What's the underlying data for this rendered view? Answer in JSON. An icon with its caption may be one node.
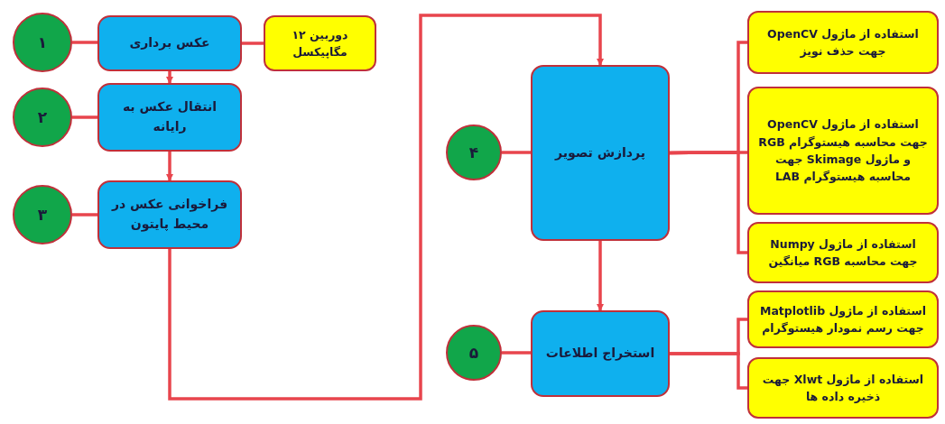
{
  "diagram": {
    "nodes": [
      {
        "text": [
          "۱"
        ]
      },
      {
        "text": [
          "عکس برداری"
        ]
      },
      {
        "text": [
          "دوربین ۱۲ مگاپیکسل"
        ]
      },
      {
        "text": [
          "۲"
        ]
      },
      {
        "text": [
          "انتقال عکس به رایانه"
        ]
      },
      {
        "text": [
          "۳"
        ]
      },
      {
        "text": [
          "فراخوانی عکس در محیط پایتون"
        ]
      },
      {
        "text": [
          "۴"
        ]
      },
      {
        "text": [
          "پردازش تصویر"
        ]
      },
      {
        "text": [
          "استفاده از ماژول OpenCV جهت حذف نویز"
        ]
      },
      {
        "text": [
          "استفاده از ماژول OpenCV جهت محاسبه هیستوگرام RGB و ماژول Skimage جهت محاسبه هیستوگرام LAB"
        ]
      },
      {
        "text": [
          "استفاده از ماژول Numpy جهت محاسبه RGB میانگین"
        ]
      },
      {
        "text": [
          "۵"
        ]
      },
      {
        "text": [
          "استخراج اطلاعات"
        ]
      },
      {
        "text": [
          "استفاده از ماژول Matplotlib جهت رسم نمودار هیستوگرام"
        ]
      },
      {
        "text": [
          "استفاده از ماژول Xlwt جهت ذخیره داده ها"
        ]
      }
    ],
    "edges": [
      {
        "from": 0,
        "to": 1,
        "arrow": "none"
      },
      {
        "from": 1,
        "to": 2,
        "arrow": "none"
      },
      {
        "from": 1,
        "to": 4,
        "arrow": "to"
      },
      {
        "from": 3,
        "to": 4,
        "arrow": "none"
      },
      {
        "from": 4,
        "to": 6,
        "arrow": "to"
      },
      {
        "from": 5,
        "to": 6,
        "arrow": "none"
      },
      {
        "from": 6,
        "to": 8,
        "arrow": "to"
      },
      {
        "from": 7,
        "to": 8,
        "arrow": "none"
      },
      {
        "from": 8,
        "to": 9,
        "arrow": "none"
      },
      {
        "from": 8,
        "to": 10,
        "arrow": "none"
      },
      {
        "from": 8,
        "to": 11,
        "arrow": "none"
      },
      {
        "from": 8,
        "to": 13,
        "arrow": "to"
      },
      {
        "from": 12,
        "to": 13,
        "arrow": "none"
      },
      {
        "from": 13,
        "to": 14,
        "arrow": "none"
      },
      {
        "from": 13,
        "to": 15,
        "arrow": "none"
      }
    ]
  }
}
